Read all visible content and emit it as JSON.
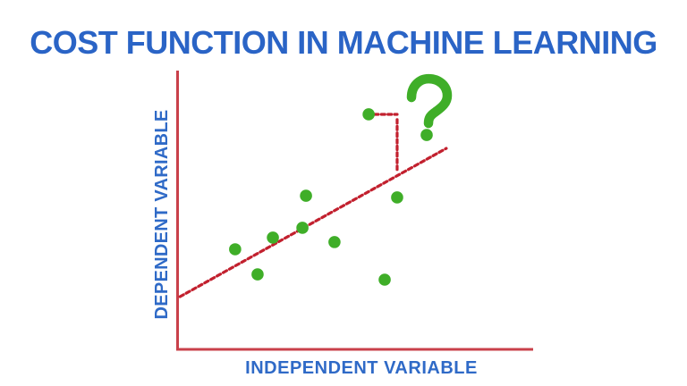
{
  "page": {
    "title": "COST FUNCTION IN MACHINE LEARNING"
  },
  "colors": {
    "title_text": "#2a64c6",
    "axis_label_text": "#2f6ac7",
    "axis_line": "#c9404a",
    "trend_line": "#c2202e",
    "point_fill": "#3fae28",
    "question_mark": "#3fae28",
    "background": "#ffffff"
  },
  "chart_data": {
    "type": "scatter",
    "title": "",
    "xlabel": "INDEPENDENT VARIABLE",
    "ylabel": "DEPENDENT VARIABLE",
    "x_range": [
      0,
      10
    ],
    "y_range": [
      0,
      10
    ],
    "grid": false,
    "axis_ticks": "none",
    "legend": "none",
    "points": [
      {
        "x": 5.38,
        "y": 8.43
      },
      {
        "x": 1.63,
        "y": 3.59
      },
      {
        "x": 2.26,
        "y": 2.69
      },
      {
        "x": 2.69,
        "y": 4.01
      },
      {
        "x": 3.52,
        "y": 4.36
      },
      {
        "x": 3.62,
        "y": 5.51
      },
      {
        "x": 4.42,
        "y": 3.85
      },
      {
        "x": 5.83,
        "y": 2.5
      },
      {
        "x": 6.18,
        "y": 5.45
      },
      {
        "x": 7.01,
        "y": 7.69
      }
    ],
    "point_radius": 6.8,
    "trend_line": {
      "style": "dashed",
      "from": {
        "x": 0.08,
        "y": 1.89
      },
      "to": {
        "x": 7.56,
        "y": 7.21
      }
    },
    "residual_connector": {
      "style": "dashed",
      "segments": [
        {
          "from": {
            "x": 5.55,
            "y": 8.43
          },
          "to": {
            "x": 6.18,
            "y": 8.43
          }
        },
        {
          "from": {
            "x": 6.18,
            "y": 8.24
          },
          "to": {
            "x": 6.18,
            "y": 6.44
          }
        }
      ]
    },
    "annotations": {
      "question_mark": {
        "symbol": "?",
        "anchor_point": {
          "x": 7.01,
          "y": 7.69
        }
      }
    }
  }
}
